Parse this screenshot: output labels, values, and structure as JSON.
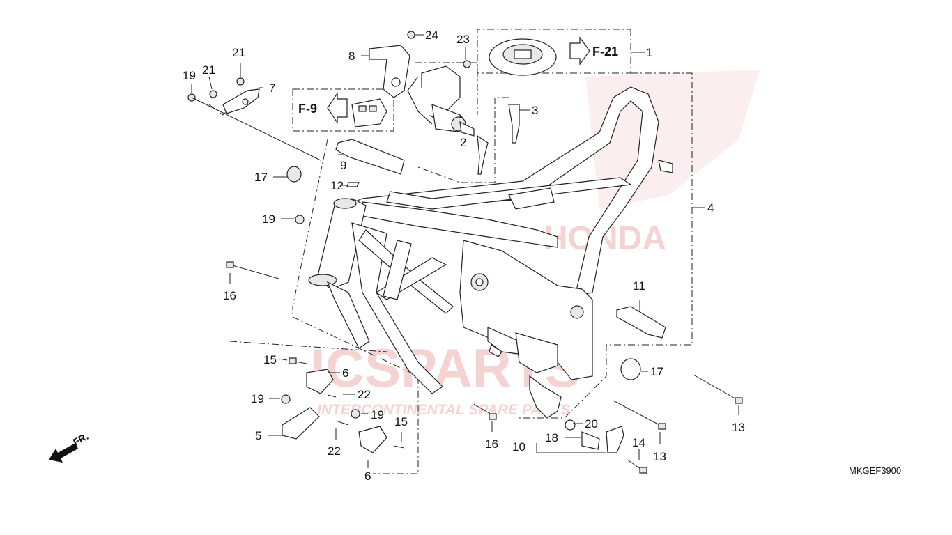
{
  "diagram_code": "MKGEF3900",
  "watermark": {
    "brand": "HONDA",
    "shop": "ICSPARTS",
    "tagline": "INTERCONTINENTAL SPARE PARTS"
  },
  "front_indicator": "FR.",
  "references": {
    "f21": "F-21",
    "f9": "F-9"
  },
  "callouts": {
    "c1": "1",
    "c2": "2",
    "c3": "3",
    "c4": "4",
    "c5": "5",
    "c6a": "6",
    "c6b": "6",
    "c7": "7",
    "c8": "8",
    "c9": "9",
    "c10": "10",
    "c11": "11",
    "c12": "12",
    "c13a": "13",
    "c13b": "13",
    "c14": "14",
    "c15a": "15",
    "c15b": "15",
    "c16a": "16",
    "c16b": "16",
    "c17a": "17",
    "c17b": "17",
    "c18": "18",
    "c19a": "19",
    "c19b": "19",
    "c19c": "19",
    "c19d": "19",
    "c20": "20",
    "c21a": "21",
    "c21b": "21",
    "c22a": "22",
    "c22b": "22",
    "c23": "23",
    "c24": "24"
  },
  "colors": {
    "line": "#222222",
    "watermark": "#e9a0a0",
    "shade": "#e8e8e8"
  }
}
